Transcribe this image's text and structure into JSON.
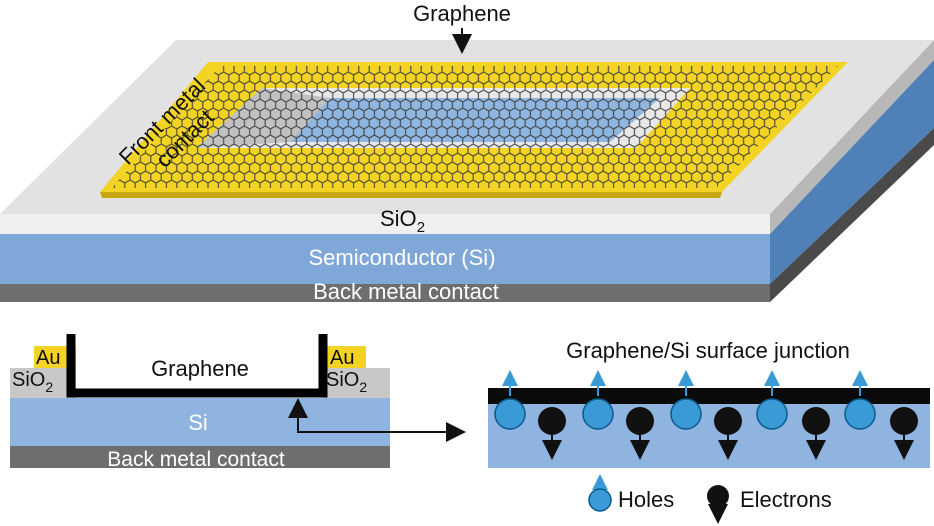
{
  "top": {
    "graphene_label": "Graphene",
    "front_contact_line1": "Front metal",
    "front_contact_line2": "contact",
    "sio2_label": "SiO",
    "sio2_sub": "2",
    "semiconductor_label": "Semiconductor (Si)",
    "back_contact_label": "Back metal contact"
  },
  "cross_section": {
    "au_left": "Au",
    "au_right": "Au",
    "sio2_left": "SiO",
    "sio2_left_sub": "2",
    "sio2_right": "SiO",
    "sio2_right_sub": "2",
    "graphene_label": "Graphene",
    "si_label": "Si",
    "back_contact_label": "Back metal contact"
  },
  "junction": {
    "title": "Graphene/Si surface junction"
  },
  "legend": {
    "holes_label": "Holes",
    "electrons_label": "Electrons"
  },
  "colors": {
    "gold": "#f3d324",
    "sio2": "#d9d9d9",
    "silicon": "#7fa8d8",
    "silicon_dark": "#4f80b8",
    "metal": "#6e6e6e",
    "hole": "#3a9ad6",
    "electron": "#111111"
  }
}
